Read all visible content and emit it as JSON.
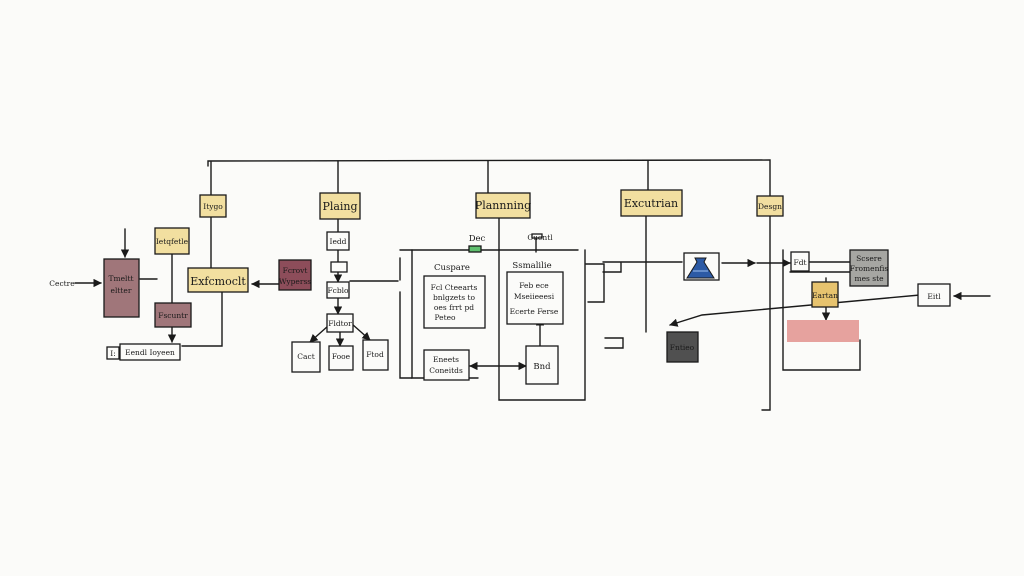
{
  "stages": {
    "s1": "Itygo",
    "s2": "Plaing",
    "s3": "Plannning",
    "s4": "Excutrian",
    "s5": "Desgn"
  },
  "left": {
    "input": "Cectre",
    "dark_box_l1": "Tmeltt",
    "dark_box_l2": "eltter",
    "yellow_small": "Ietqfetle",
    "exe_box": "Exfcmoclt",
    "pink_small": "Fscuntr",
    "bottom_mark": "I:",
    "bottom_box": "Eendl Ioyeen"
  },
  "col2": {
    "top": "Iedd",
    "step2": "Fcblo",
    "step3": "Fldtor",
    "leaf1": "Cact",
    "leaf2": "Fooe",
    "leaf3": "Ftod",
    "dark_box_l1": "Fcrovt",
    "dark_box_l2": "Wyperss"
  },
  "planning": {
    "dec_label": "Dec",
    "cond_label": "Cuentl",
    "left_title": "Cuspare",
    "left_box_l1": "Fcl Cteearts",
    "left_box_l2": "bnlgzets to",
    "left_box_l3": "oes frrt pd",
    "left_box_l4": "Peteo",
    "right_title": "Ssmalilie",
    "right_box_l1": "Feb ece",
    "right_box_l2": "Mseiieeesi",
    "right_box_l3": "Ecerte Ferse",
    "bottom_left_l1": "Eneets",
    "bottom_left_l2": "Coneitds",
    "bottom_right": "Bnd"
  },
  "execution": {
    "dark_box": "Fntieo"
  },
  "design": {
    "small_box": "Fdt",
    "gray_l1": "Scsere",
    "gray_l2": "Fromenfis",
    "gray_l3": "mes ste",
    "yellow_box": "Eartan",
    "right_input": "Eitl"
  },
  "colors": {
    "ink": "#1a1a1a",
    "mauve": "#a0767a",
    "yellow": "#f2dfa0",
    "maroon": "#8d4d5a",
    "pink": "#e6a29e",
    "gray": "#a6a6a2",
    "dark": "#505050",
    "blue": "#2c5aa5",
    "green": "#5fbf6e",
    "gold": "#e7c36e",
    "bg": "#fbfbf9"
  }
}
